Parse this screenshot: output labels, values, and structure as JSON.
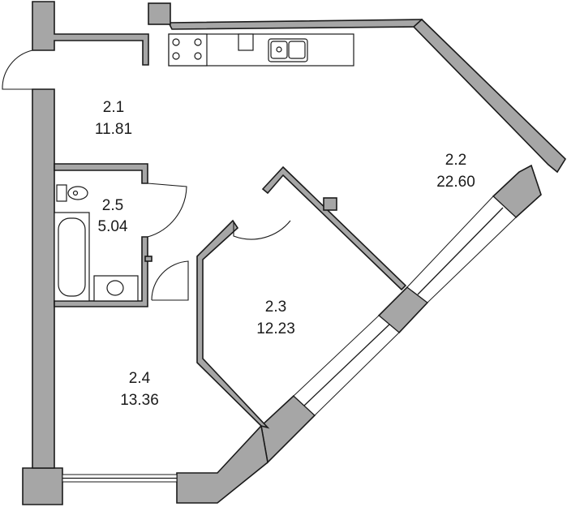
{
  "rooms": [
    {
      "id": "2.1",
      "area": "11.81"
    },
    {
      "id": "2.2",
      "area": "22.60"
    },
    {
      "id": "2.3",
      "area": "12.23"
    },
    {
      "id": "2.4",
      "area": "13.36"
    },
    {
      "id": "2.5",
      "area": "5.04"
    }
  ],
  "colors": {
    "wall": "#a6a6a6",
    "line": "#1a1a1a",
    "background": "#ffffff"
  }
}
